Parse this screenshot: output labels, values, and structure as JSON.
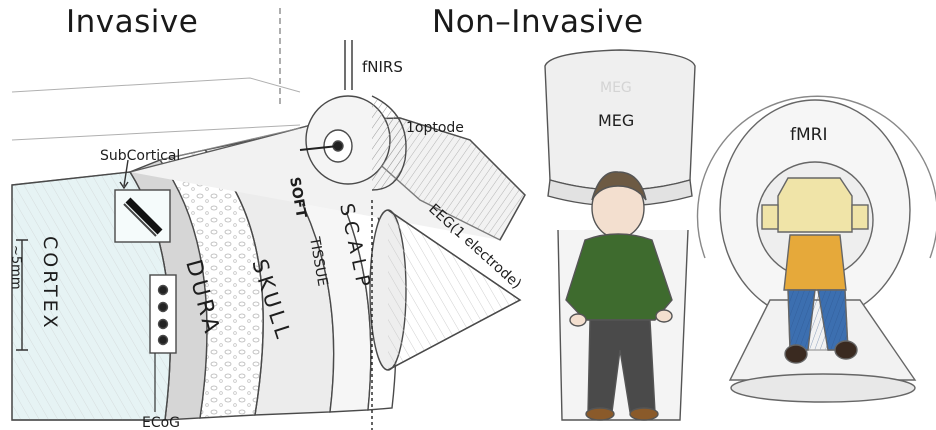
{
  "headings": {
    "invasive": "Invasive",
    "non_invasive": "Non–Invasive"
  },
  "layers": {
    "cortex": "CORTEX",
    "depth": "~5mm",
    "dura": "DURA",
    "skull": "SKULL",
    "soft_tissue_1": "SOFT",
    "soft_tissue_2": "TISSUE",
    "scalp": "SCALP"
  },
  "labels": {
    "subcortical": "SubCortical",
    "ecog": "ECoG",
    "fnirs": "fNIRS",
    "optode": "1optode",
    "eeg": "EEG(1 electrode)",
    "meg": "MEG",
    "meg_faint": "MEG",
    "fmri": "fMRI"
  },
  "colors": {
    "outline": "#4a4a4a",
    "cortex_fill": "#e6f3f4",
    "dura_fill": "#d6d6d6",
    "skull_fill": "#ececec",
    "shirt": "#3e6b2e",
    "pants": "#4a4a4a",
    "jeans": "#3c6fb0",
    "jacket": "#e6a93a",
    "helmet": "#f0e4a8"
  }
}
